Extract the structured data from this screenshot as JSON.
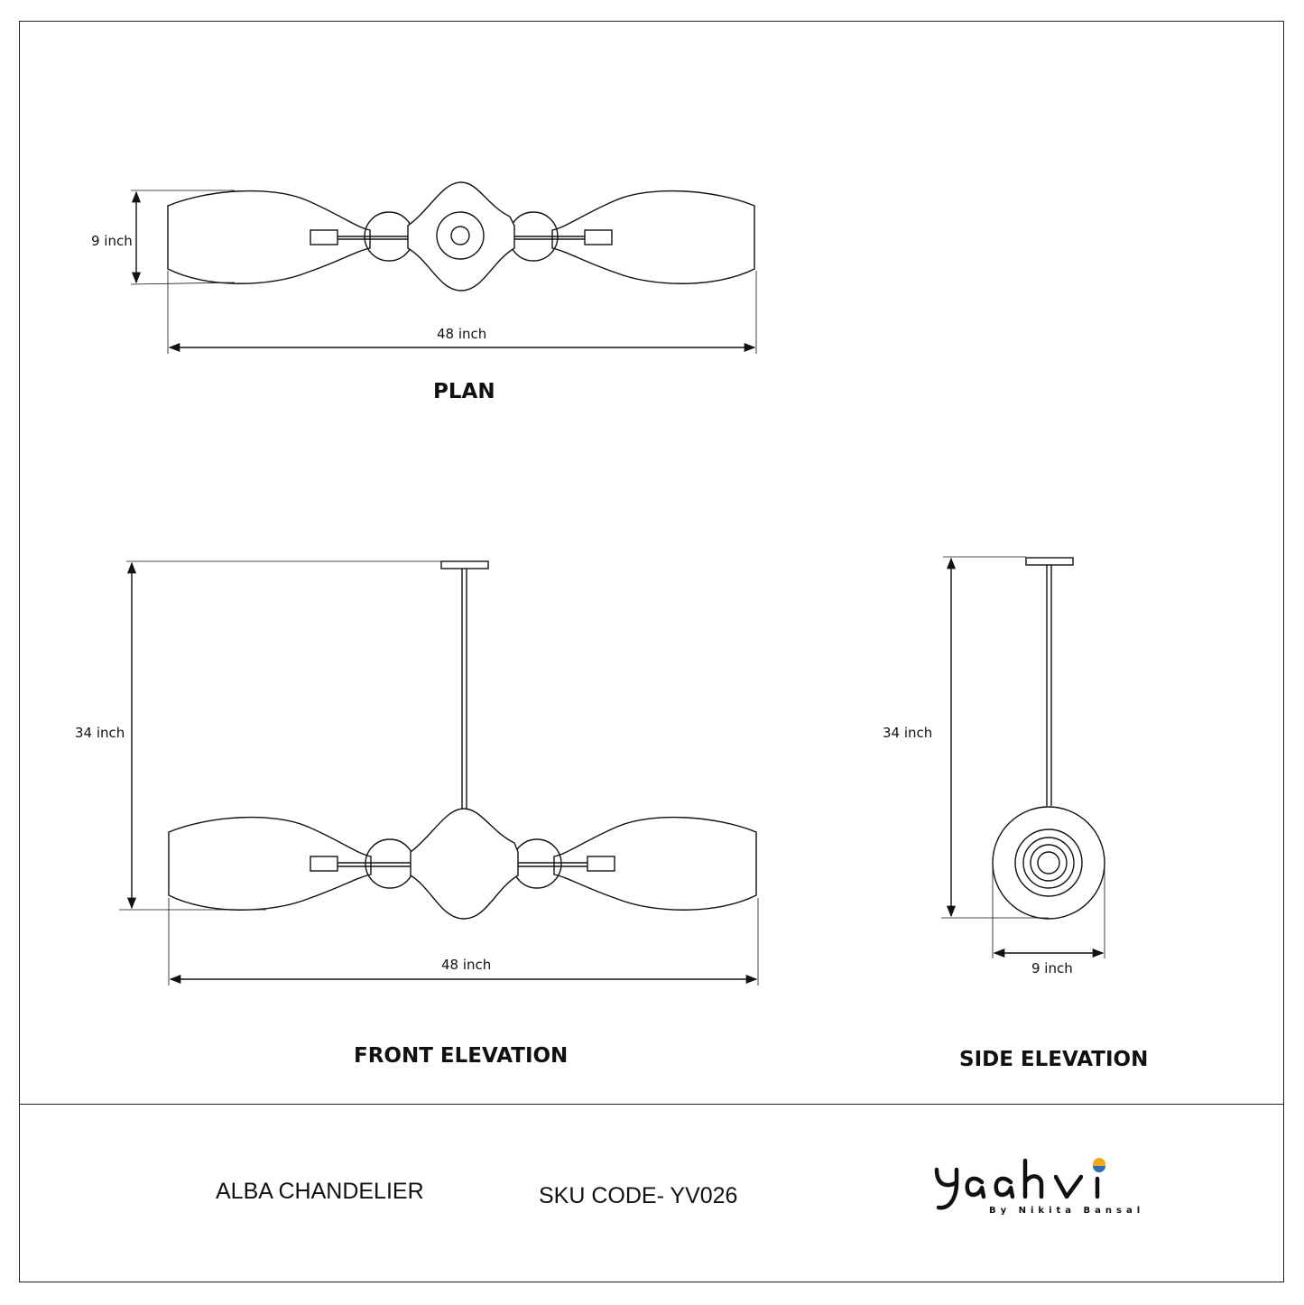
{
  "views": {
    "plan": {
      "title": "PLAN",
      "height_dim": "9 inch",
      "width_dim": "48 inch"
    },
    "front_elevation": {
      "title": "FRONT ELEVATION",
      "height_dim": "34 inch",
      "width_dim": "48 inch"
    },
    "side_elevation": {
      "title": "SIDE ELEVATION",
      "height_dim": "34 inch",
      "width_dim": "9 inch"
    }
  },
  "footer": {
    "product_name": "ALBA CHANDELIER",
    "sku": "SKU CODE- YV026",
    "brand": {
      "name": "Yaahvi",
      "tagline": "By Nikita Bansal",
      "accent_colors": [
        "#f2a81d",
        "#2f6fb5"
      ]
    }
  },
  "colors": {
    "line": "#111111",
    "background": "#ffffff"
  }
}
